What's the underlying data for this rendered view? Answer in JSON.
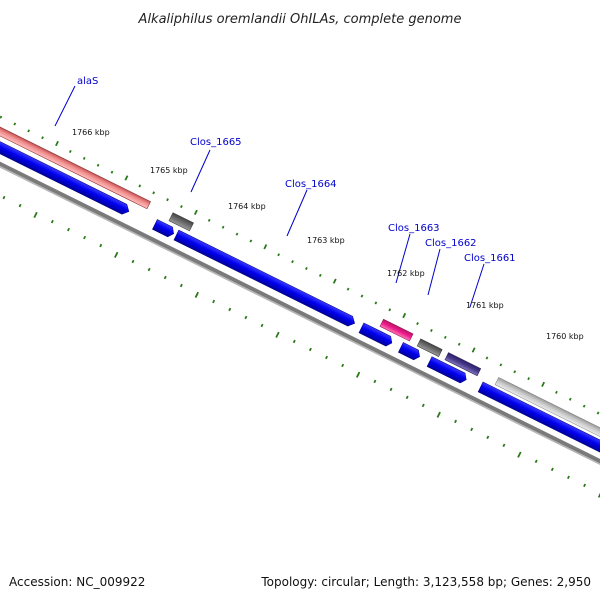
{
  "title": "Alkaliphilus oremlandii OhILAs, complete genome",
  "accession": "Accession: NC_009922",
  "summary": "Topology: circular; Length: 3,123,558 bp; Genes: 2,950",
  "colors": {
    "backbone": "#7a7a7a",
    "cds_blue": "#0000ee",
    "rrna_red": "#e07a7a",
    "trna_gray": "#666666",
    "gene_magenta": "#ee1f8c",
    "gene_purple": "#4a3a8c",
    "gene_lightgray": "#c4c4c4",
    "tick_green": "#2a7a1a",
    "label_blue": "#0000cc"
  },
  "kbp_labels": [
    "1766 kbp",
    "1765 kbp",
    "1764 kbp",
    "1763 kbp",
    "1762 kbp",
    "1761 kbp",
    "1760 kbp"
  ],
  "genes": [
    {
      "name": "alaS"
    },
    {
      "name": "Clos_1665"
    },
    {
      "name": "Clos_1664"
    },
    {
      "name": "Clos_1663"
    },
    {
      "name": "Clos_1662"
    },
    {
      "name": "Clos_1661"
    }
  ]
}
